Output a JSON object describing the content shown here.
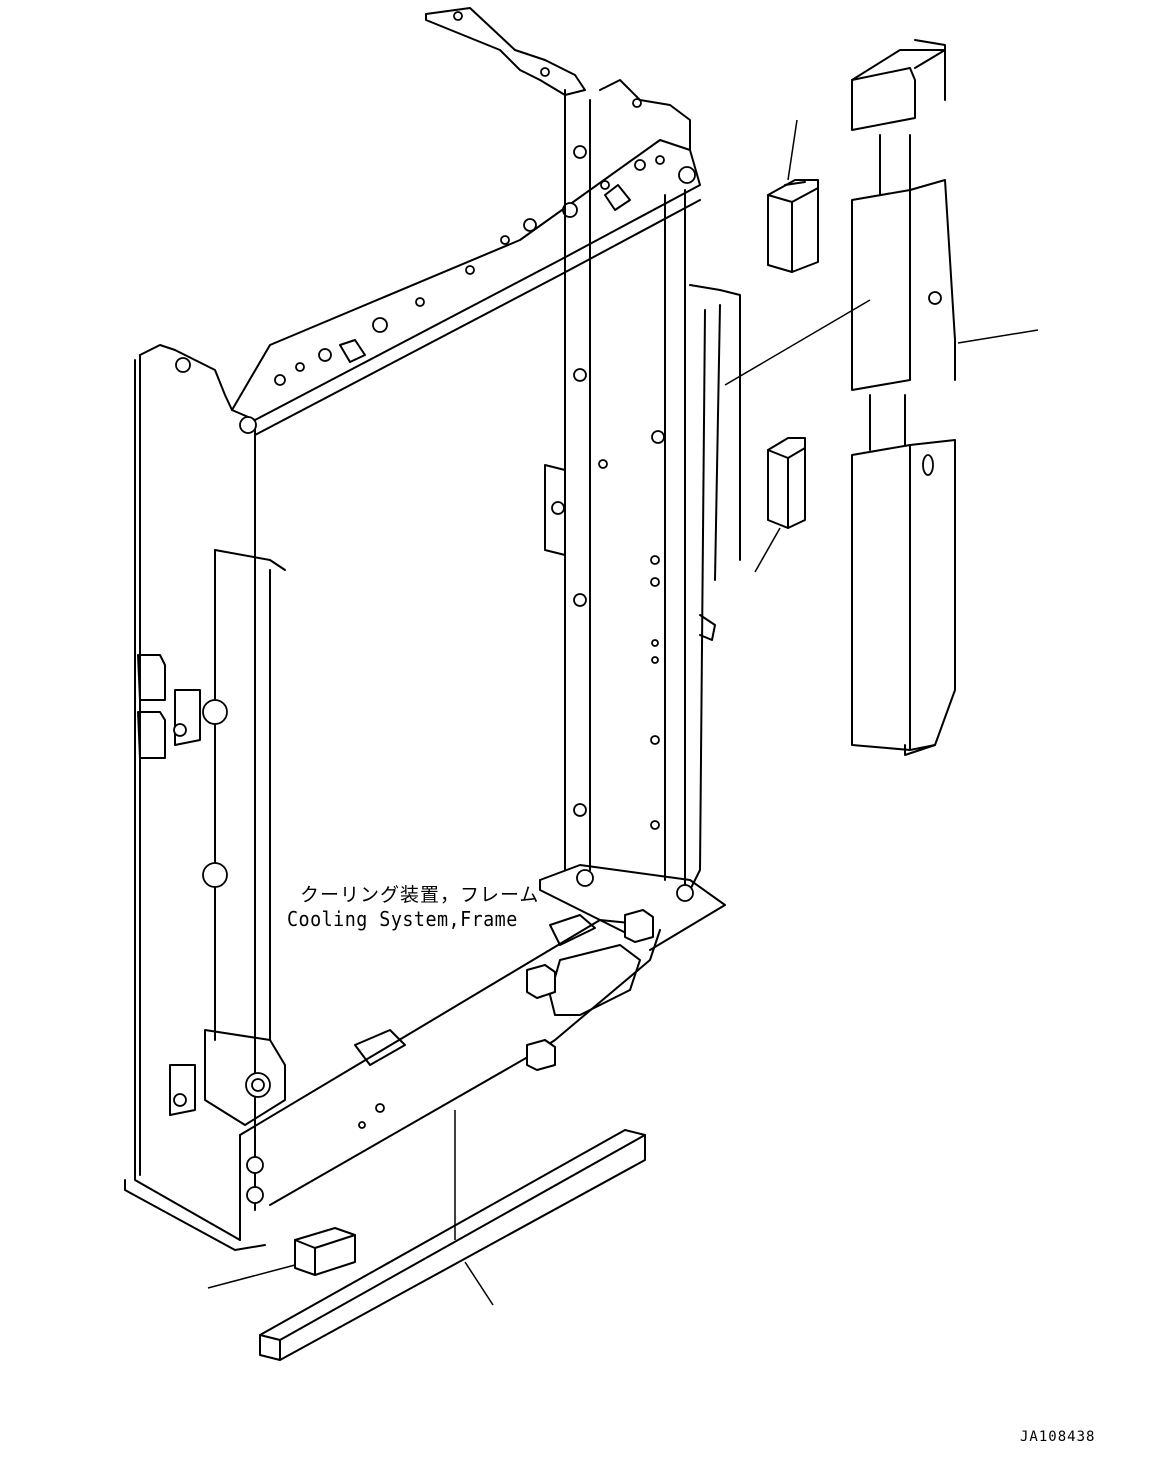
{
  "caption": {
    "japanese": "クーリング装置，フレーム",
    "english": "Cooling System,Frame"
  },
  "drawing_number": "JA108438",
  "parts": [
    {
      "name": "long-seal-strip-right",
      "leader": true
    },
    {
      "name": "short-seal-block-upper",
      "leader": true
    },
    {
      "name": "short-seal-block-middle",
      "leader": true
    },
    {
      "name": "small-seal-block-bottom-left",
      "leader": true
    },
    {
      "name": "bottom-seal-bar",
      "leader": true
    }
  ]
}
